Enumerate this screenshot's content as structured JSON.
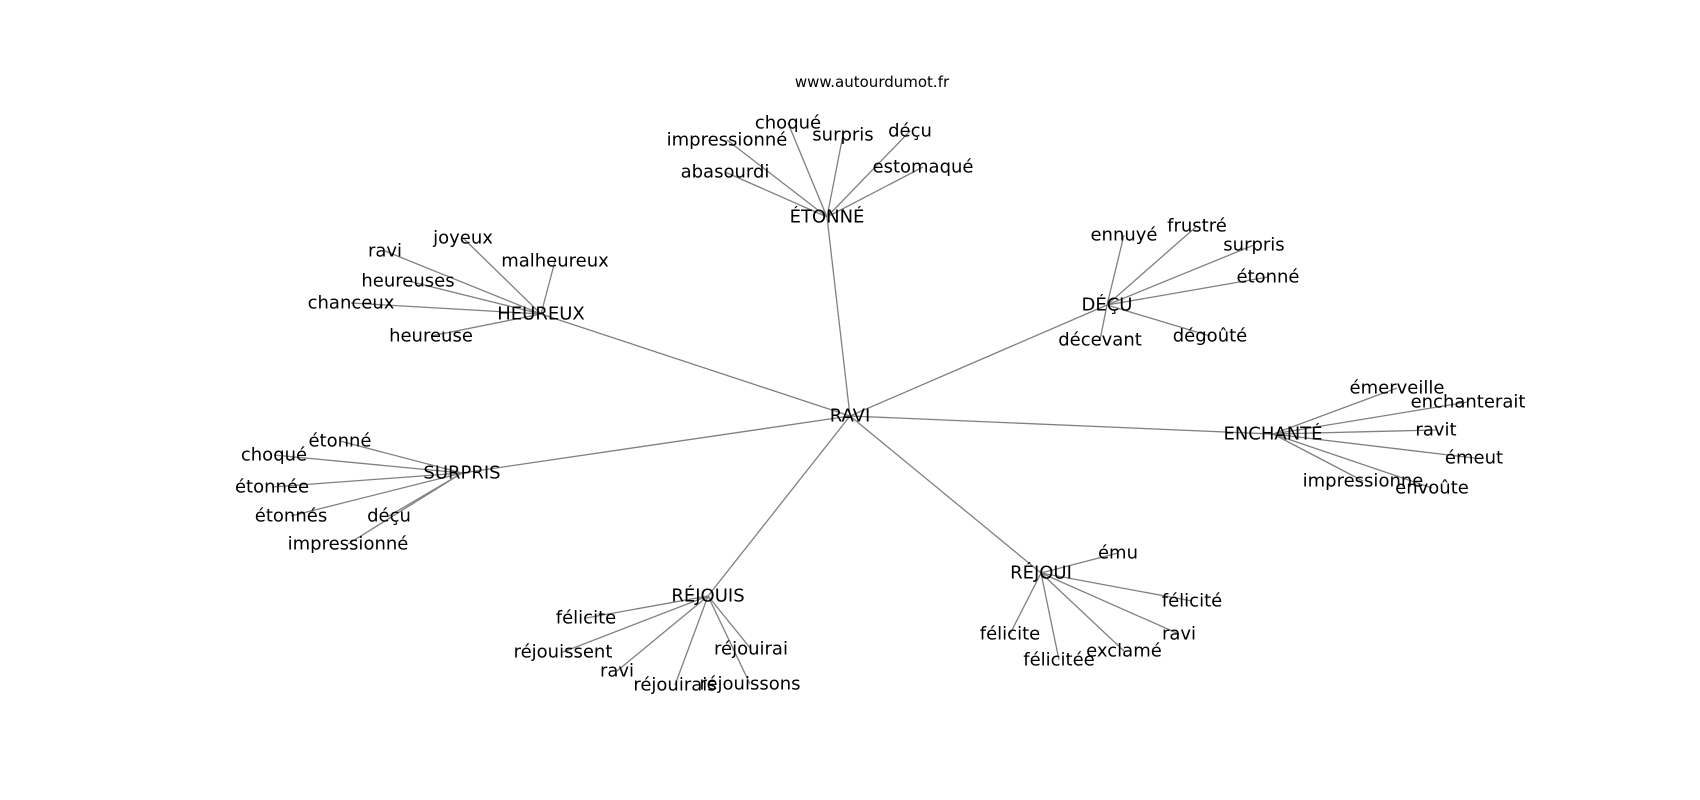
{
  "site_label": "www.autourdumot.fr",
  "center": {
    "label": "RAVI"
  },
  "clusters": [
    {
      "hub": "ÉTONNÉ",
      "words": [
        "choqué",
        "surpris",
        "déçu",
        "impressionné",
        "estomaqué",
        "abasourdi"
      ]
    },
    {
      "hub": "HEUREUX",
      "words": [
        "joyeux",
        "ravi",
        "malheureux",
        "heureuses",
        "chanceux",
        "heureuse"
      ]
    },
    {
      "hub": "DÉÇU",
      "words": [
        "frustré",
        "ennuyé",
        "surpris",
        "étonné",
        "dégoûté",
        "décevant"
      ]
    },
    {
      "hub": "ENCHANTÉ",
      "words": [
        "émerveille",
        "enchanterait",
        "ravit",
        "émeut",
        "impressionne",
        "envoûte"
      ]
    },
    {
      "hub": "SURPRIS",
      "words": [
        "étonné",
        "choqué",
        "étonnée",
        "étonnés",
        "déçu",
        "impressionné"
      ]
    },
    {
      "hub": "RÉJOUI",
      "words": [
        "ému",
        "félicité",
        "ravi",
        "exclamé",
        "félicitée",
        "félicite"
      ]
    },
    {
      "hub": "RÉJOUIS",
      "words": [
        "félicite",
        "réjouissent",
        "ravi",
        "réjouirais",
        "réjouissons",
        "réjouirai"
      ]
    }
  ],
  "colors": {
    "edge": "#808080",
    "text": "#000000",
    "background": "#ffffff"
  }
}
